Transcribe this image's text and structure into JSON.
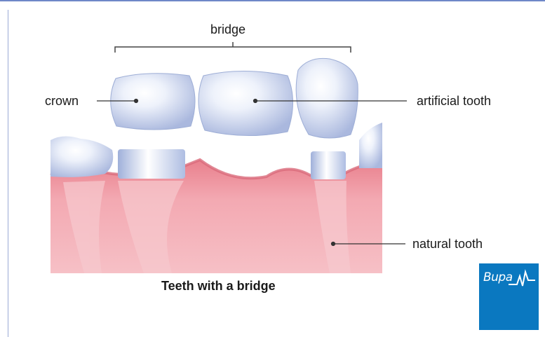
{
  "labels": {
    "bridge": "bridge",
    "crown": "crown",
    "artificial_tooth": "artificial tooth",
    "natural_tooth": "natural tooth"
  },
  "caption": "Teeth with a bridge",
  "logo": {
    "text": "Bupa",
    "color": "#0a78c0"
  },
  "colors": {
    "gum": "#ec9aa4",
    "gum_dark": "#d97481",
    "tooth": "#dfe6f7",
    "tooth_shade": "#a9b6dc",
    "border": "#6f87c8"
  }
}
